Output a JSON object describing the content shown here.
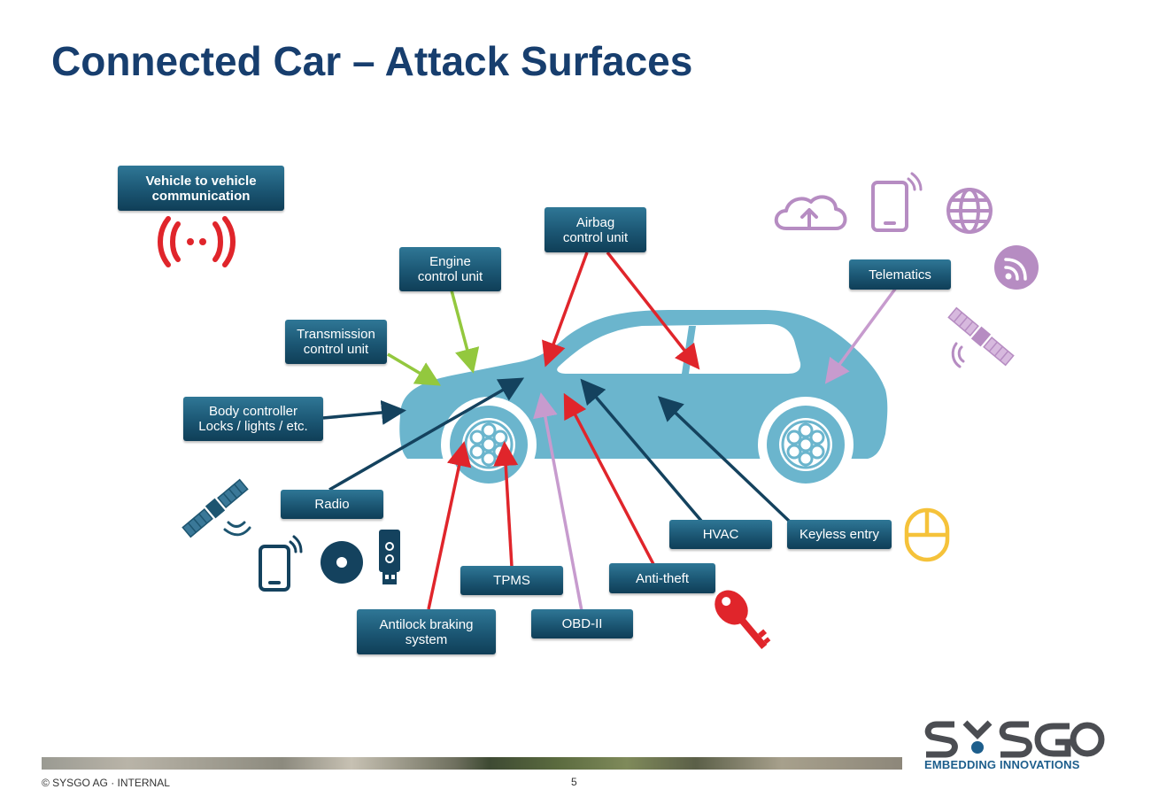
{
  "slide": {
    "title": "Connected Car – Attack Surfaces",
    "footer_copyright": "© SYSGO AG · INTERNAL",
    "page_number": "5"
  },
  "logo": {
    "brand": "SYSGO",
    "tagline": "EMBEDDING INNOVATIONS"
  },
  "labels": {
    "v2v": "Vehicle to vehicle\ncommunication",
    "airbag": "Airbag\ncontrol unit",
    "engine": "Engine\ncontrol unit",
    "telematics": "Telematics",
    "transmission": "Transmission\ncontrol unit",
    "body": "Body controller\nLocks / lights / etc.",
    "radio": "Radio",
    "hvac": "HVAC",
    "keyless": "Keyless entry",
    "tpms": "TPMS",
    "antitheft": "Anti-theft",
    "obd": "OBD-II",
    "abs": "Antilock braking\nsystem"
  },
  "colors": {
    "title": "#173e6e",
    "car": "#6bb5cd",
    "arrow_red": "#e0252b",
    "arrow_navy": "#14425e",
    "arrow_green": "#93c83e",
    "arrow_purple": "#c79bce",
    "icon_purple": "#b68cc2",
    "icon_yellow": "#f5c23a"
  }
}
